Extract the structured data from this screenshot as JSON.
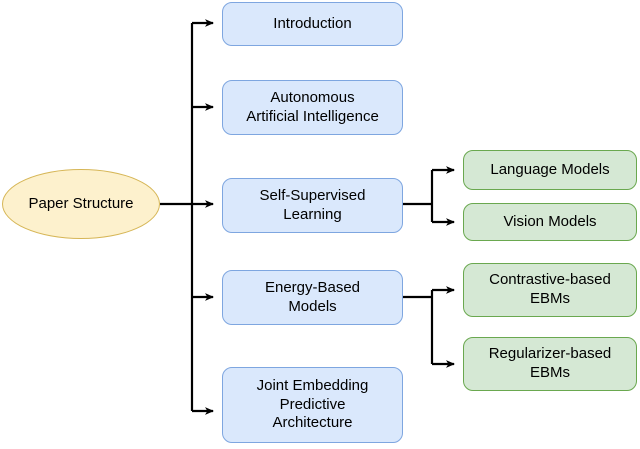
{
  "diagram": {
    "title": "Paper Structure",
    "type": "tree-flowchart",
    "colors": {
      "root_fill": "#fdf1cd",
      "root_stroke": "#d6b656",
      "section_fill": "#dae8fc",
      "section_stroke": "#7ea6e0",
      "leaf_fill": "#d5e8d4",
      "leaf_stroke": "#6aa84f",
      "connector": "#000000"
    },
    "root": {
      "label": "Paper Structure"
    },
    "sections": [
      {
        "id": "introduction",
        "label": "Introduction"
      },
      {
        "id": "autonomous-ai",
        "label": "Autonomous\nArtificial Intelligence"
      },
      {
        "id": "self-supervised-learning",
        "label": "Self-Supervised\nLearning"
      },
      {
        "id": "energy-based-models",
        "label": "Energy-Based\nModels"
      },
      {
        "id": "jepa",
        "label": "Joint Embedding\nPredictive\nArchitecture"
      }
    ],
    "leaves": [
      {
        "id": "language-models",
        "label": "Language Models",
        "parent": "self-supervised-learning"
      },
      {
        "id": "vision-models",
        "label": "Vision Models",
        "parent": "self-supervised-learning"
      },
      {
        "id": "contrastive-ebms",
        "label": "Contrastive-based\nEBMs",
        "parent": "energy-based-models"
      },
      {
        "id": "regularizer-ebms",
        "label": "Regularizer-based\nEBMs",
        "parent": "energy-based-models"
      }
    ]
  }
}
